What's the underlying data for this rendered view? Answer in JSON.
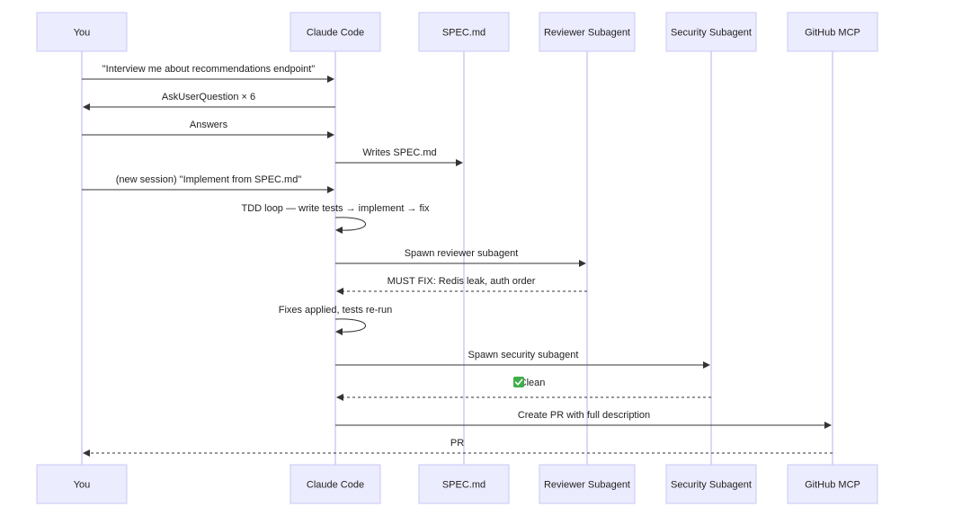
{
  "participants": [
    {
      "id": "you",
      "label": "You"
    },
    {
      "id": "claude",
      "label": "Claude Code"
    },
    {
      "id": "spec",
      "label": "SPEC.md"
    },
    {
      "id": "reviewer",
      "label": "Reviewer Subagent"
    },
    {
      "id": "security",
      "label": "Security Subagent"
    },
    {
      "id": "github",
      "label": "GitHub MCP"
    }
  ],
  "messages": [
    {
      "from": "you",
      "to": "claude",
      "text": "\"Interview me about recommendations endpoint\"",
      "style": "solid"
    },
    {
      "from": "claude",
      "to": "you",
      "text": "AskUserQuestion × 6",
      "style": "solid"
    },
    {
      "from": "you",
      "to": "claude",
      "text": "Answers",
      "style": "solid"
    },
    {
      "from": "claude",
      "to": "spec",
      "text": "Writes SPEC.md",
      "style": "solid"
    },
    {
      "from": "you",
      "to": "claude",
      "text": "(new session) \"Implement from SPEC.md\"",
      "style": "solid"
    },
    {
      "from": "claude",
      "to": "claude",
      "text": "TDD loop — write tests → implement → fix",
      "style": "self"
    },
    {
      "from": "claude",
      "to": "reviewer",
      "text": "Spawn reviewer subagent",
      "style": "solid"
    },
    {
      "from": "reviewer",
      "to": "claude",
      "text": "MUST FIX: Redis leak, auth order",
      "style": "dashed"
    },
    {
      "from": "claude",
      "to": "claude",
      "text": "Fixes applied, tests re-run",
      "style": "self"
    },
    {
      "from": "claude",
      "to": "security",
      "text": "Spawn security subagent",
      "style": "solid"
    },
    {
      "from": "security",
      "to": "claude",
      "text": "Clean",
      "style": "dashed",
      "icon": "check-icon"
    },
    {
      "from": "claude",
      "to": "github",
      "text": "Create PR with full description",
      "style": "solid"
    },
    {
      "from": "github",
      "to": "you",
      "text": "PR",
      "style": "dashed"
    }
  ],
  "colors": {
    "actor_fill": "#ececff",
    "actor_stroke": "#c9c9f5",
    "lifeline": "#b3b3ee",
    "message": "#333333",
    "check": "#3fae4a"
  }
}
